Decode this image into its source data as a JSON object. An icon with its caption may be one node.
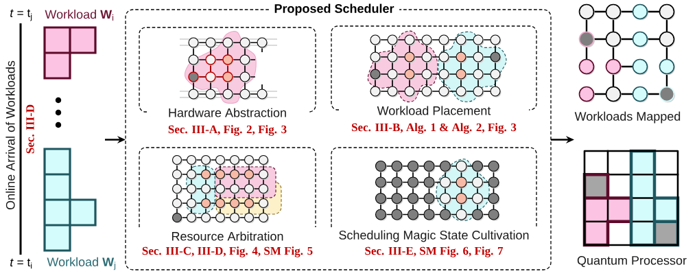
{
  "diagram": {
    "nodes": [
      {
        "text": [
          "Workload **W**$_{i}$"
        ]
      },
      {
        "text": [
          "Workload **W**$_{j}$"
        ]
      },
      {
        "text": [
          "Proposed Scheduler"
        ]
      },
      {
        "text": [
          "Hardware Abstraction",
          "Sec. III-A, Fig. 2, Fig. 3"
        ],
        "in": 2
      },
      {
        "text": [
          "Workload Placement",
          "Sec. III-B, Alg. 1 & Alg. 2, Fig. 3"
        ],
        "in": 2
      },
      {
        "text": [
          "Resource Arbitration",
          "Sec. III-C, III-D, Fig. 4, SM Fig. 5"
        ],
        "in": 2
      },
      {
        "text": [
          "Scheduling Magic State Cultivation",
          "Sec. III-E, SM Fig. 6, Fig. 7"
        ],
        "in": 2
      },
      {
        "text": [
          "Workloads Mapped"
        ]
      },
      {
        "text": [
          "Quantum Processor"
        ]
      }
    ],
    "edges": [
      {
        "from": null,
        "to": 2,
        "arrow": "to"
      },
      {
        "from": 2,
        "to": null,
        "arrow": "to"
      }
    ],
    "labels": [
      "*t* = t$_{j}$",
      "Online Arrival of Workloads",
      "Sec. III-D",
      "*t* = t$_{i}$"
    ]
  }
}
